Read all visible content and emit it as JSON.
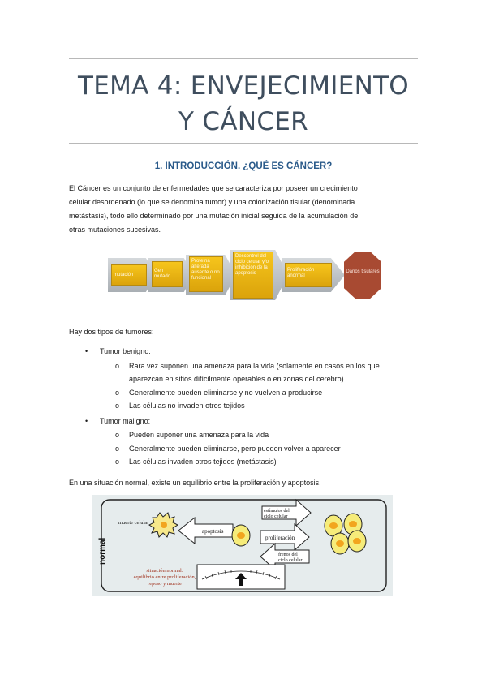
{
  "title": {
    "line1": "TEMA 4: ENVEJECIMIENTO",
    "line2": "Y CÁNCER"
  },
  "section": {
    "heading": "1.  INTRODUCCIÓN. ¿QUÉ ES CÁNCER?"
  },
  "intro": {
    "line1": "El Cáncer es un conjunto de enfermedades que se caracteriza por poseer un crecimiento",
    "line2": "celular desordenado (lo que se denomina tumor) y una colonización tisular (denominada",
    "line3": "metástasis), todo ello determinado por una mutación inicial seguida de la acumulación de",
    "line4": "otras mutaciones sucesivas."
  },
  "flow": {
    "box1": "mutación",
    "box2": "Gen mutado",
    "box3": "Proteína alterada ausente o no funcional",
    "box4": "Descontrol del ciclo celular y/o inhibición de la apoptosis",
    "box5": "Proliferación anormal",
    "box6": "Daños tisulares"
  },
  "types_intro": "Hay dos tipos de tumores:",
  "benign": {
    "label": "Tumor benigno:",
    "item1a": "Rara vez suponen una amenaza para la vida (solamente en casos en los que",
    "item1b": "aparezcan en sitios difícilmente operables o en zonas del cerebro)",
    "item2": "Generalmente pueden eliminarse y no vuelven a producirse",
    "item3": "Las células no invaden otros tejidos"
  },
  "malignant": {
    "label": "Tumor maligno:",
    "item1": "Pueden suponer una amenaza para la vida",
    "item2": "Generalmente pueden eliminarse, pero pueden volver a aparecer",
    "item3": "Las células invaden otros tejidos (metástasis)"
  },
  "normal_sentence": "En una situación normal, existe un equilibrio entre la proliferación y apoptosis.",
  "diagram": {
    "side_label": "normal",
    "dead_cell": "muerte celular",
    "apoptosis": "apoptosis",
    "stim1": "estímulos del",
    "stim2": "ciclo celular",
    "prolif": "proliferación",
    "brake1": "frenos del",
    "brake2": "ciclo celular",
    "caption1": "situación normal:",
    "caption2": "equilibrio entre proliferación,",
    "caption3": "reposo y muerte"
  }
}
